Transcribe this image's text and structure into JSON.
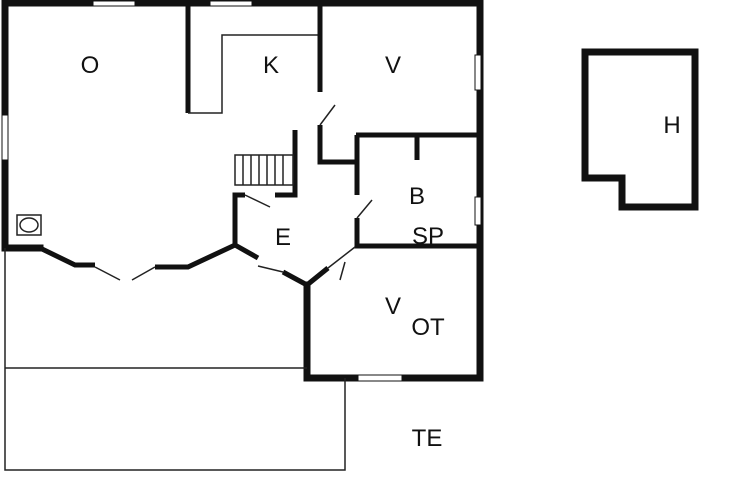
{
  "title": "Floor plan",
  "rooms": {
    "o": "O",
    "k": "K",
    "v_top": "V",
    "h": "H",
    "b": "B",
    "sp": "SP",
    "e": "E",
    "v_bottom": "V",
    "ot": "OT",
    "te": "TE"
  }
}
